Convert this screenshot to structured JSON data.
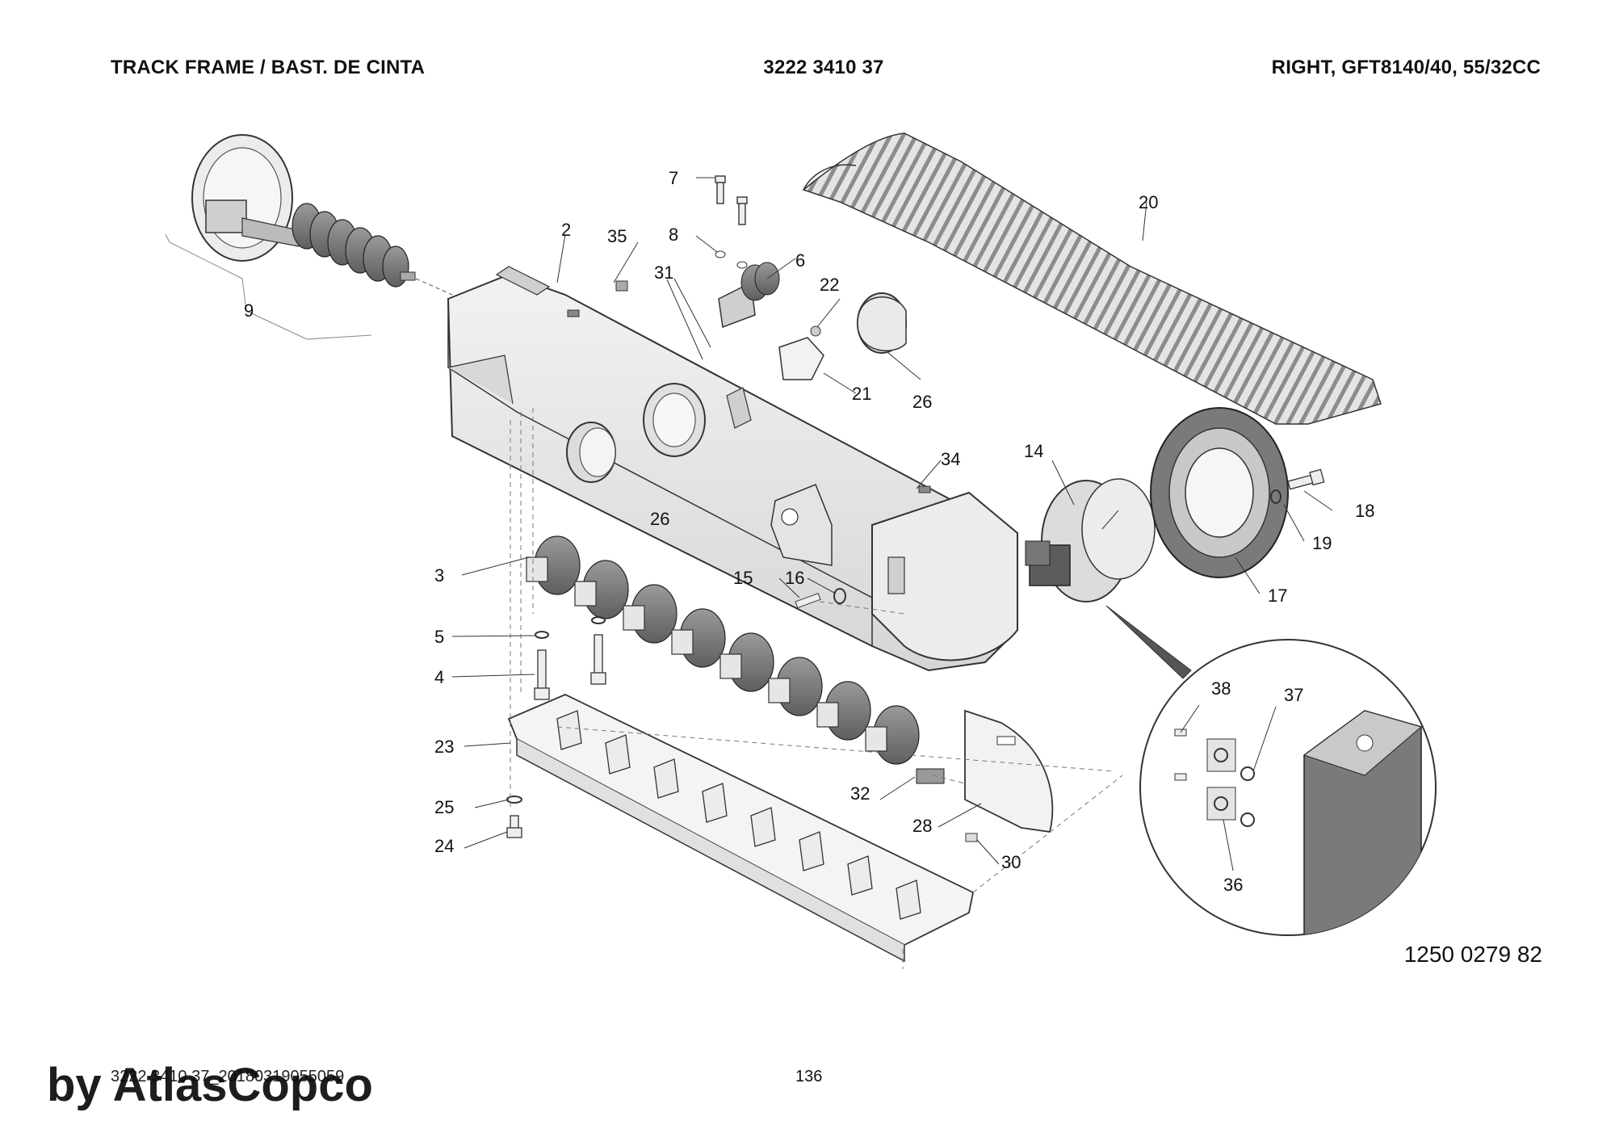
{
  "header": {
    "left": "TRACK FRAME / BAST. DE CINTA",
    "center": "3222 3410 37",
    "right": "RIGHT, GFT8140/40, 55/32CC"
  },
  "callouts": {
    "c2": "2",
    "c3": "3",
    "c4": "4",
    "c5": "5",
    "c6": "6",
    "c7": "7",
    "c8": "8",
    "c9": "9",
    "c14": "14",
    "c15": "15",
    "c16": "16",
    "c17": "17",
    "c18": "18",
    "c19": "19",
    "c20": "20",
    "c21": "21",
    "c22": "22",
    "c23": "23",
    "c24": "24",
    "c25": "25",
    "c26a": "26",
    "c26b": "26",
    "c28": "28",
    "c30": "30",
    "c31": "31",
    "c32": "32",
    "c34": "34",
    "c35": "35",
    "c36": "36",
    "c37": "37",
    "c38": "38"
  },
  "drawing_number": "1250 0279 82",
  "footer": {
    "doc_ref": "3222 3410 37_20180319055059",
    "page_number": "136",
    "watermark": "by AtlasCopco"
  }
}
